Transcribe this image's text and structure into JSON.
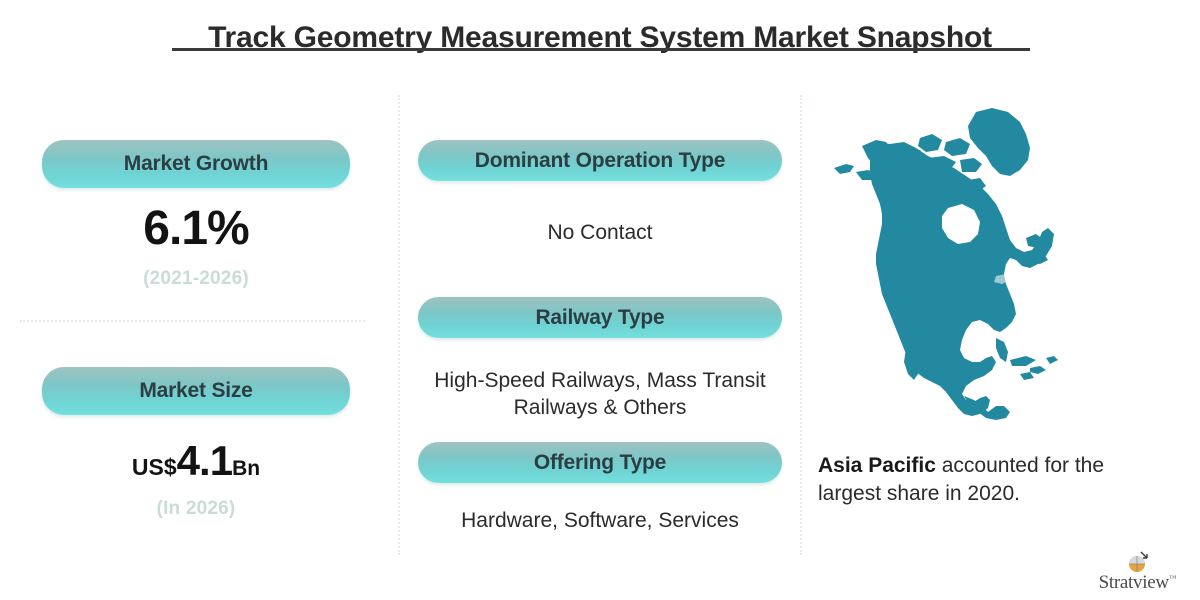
{
  "header": {
    "title": "Track Geometry Measurement System Market Snapshot"
  },
  "left_column": {
    "growth": {
      "pill_label": "Market Growth",
      "value": "6.1%",
      "note": "(2021-2026)"
    },
    "size": {
      "pill_label": "Market Size",
      "currency_prefix": "US$",
      "value": "4.1",
      "unit_suffix": "Bn",
      "note": "(In 2026)"
    }
  },
  "middle_column": {
    "blocks": [
      {
        "pill_label": "Dominant Operation Type",
        "value": "No Contact"
      },
      {
        "pill_label": "Railway Type",
        "value": "High-Speed Railways, Mass Transit Railways & Others"
      },
      {
        "pill_label": "Offering Type",
        "value": "Hardware, Software, Services"
      }
    ]
  },
  "right_column": {
    "map_icon": "north-america-map",
    "caption_highlight": "Asia Pacific",
    "caption_rest": " accounted for the largest share in 2020."
  },
  "branding": {
    "logo_icon": "stratview-globe-icon",
    "wordmark": "Stratview",
    "trademark": "™"
  },
  "colors": {
    "map_teal": "#2389a0",
    "pill_gradient_top": "#9fc3c1",
    "pill_gradient_bottom": "#74e0dd",
    "pill_text": "#2c3e42",
    "note_text": "#cadcd8",
    "title_text": "#2b2b2b",
    "divider": "#e2ecea"
  }
}
